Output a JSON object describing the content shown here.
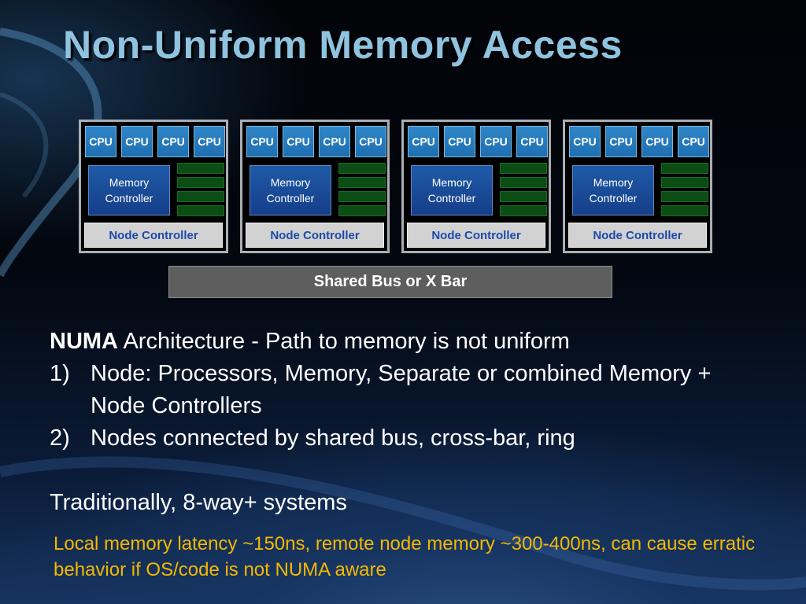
{
  "slide": {
    "title": "Non-Uniform Memory Access",
    "colors": {
      "title": "#8fc3df",
      "cpu": "#1e6fb2",
      "memory_controller": "#163e8a",
      "node_controller_text": "#1c4aa8",
      "bus": "#5e5e5e",
      "note": "#f5b800"
    }
  },
  "diagram": {
    "nodes": [
      {
        "cpus": [
          "CPU",
          "CPU",
          "CPU",
          "CPU"
        ],
        "memory_controller": "Memory Controller",
        "node_controller": "Node Controller"
      },
      {
        "cpus": [
          "CPU",
          "CPU",
          "CPU",
          "CPU"
        ],
        "memory_controller": "Memory Controller",
        "node_controller": "Node Controller"
      },
      {
        "cpus": [
          "CPU",
          "CPU",
          "CPU",
          "CPU"
        ],
        "memory_controller": "Memory Controller",
        "node_controller": "Node Controller"
      },
      {
        "cpus": [
          "CPU",
          "CPU",
          "CPU",
          "CPU"
        ],
        "memory_controller": "Memory Controller",
        "node_controller": "Node Controller"
      }
    ],
    "bus_label": "Shared Bus or X Bar"
  },
  "body": {
    "intro_bold": "NUMA",
    "intro_rest": " Architecture - Path to memory is not uniform",
    "items": [
      {
        "num": "1)",
        "text": "Node: Processors, Memory, Separate or combined Memory + Node Controllers"
      },
      {
        "num": "2)",
        "text": "Nodes connected by shared bus, cross-bar, ring"
      }
    ],
    "closing": "Traditionally, 8-way+ systems"
  },
  "note": "Local memory latency ~150ns, remote node memory ~300-400ns, can cause erratic behavior if OS/code is not NUMA aware"
}
